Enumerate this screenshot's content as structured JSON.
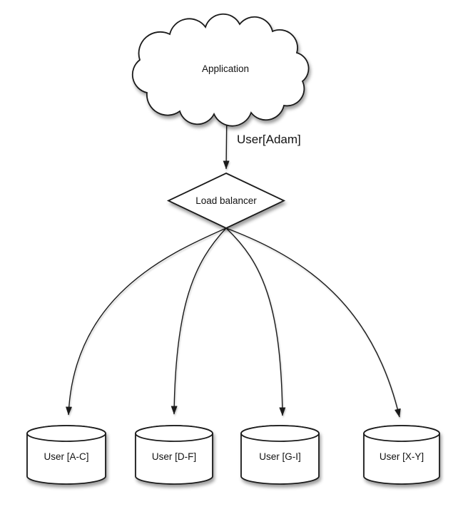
{
  "diagram": {
    "background": "#ffffff",
    "stroke_color": "#1a1a1a",
    "text_color": "#121212",
    "nodes": {
      "application": {
        "label": "Application",
        "shape": "cloud"
      },
      "load_balancer": {
        "label": "Load balancer",
        "shape": "diamond"
      },
      "shards": [
        {
          "label": "User [A-C]",
          "shape": "cylinder"
        },
        {
          "label": "User [D-F]",
          "shape": "cylinder"
        },
        {
          "label": "User [G-I]",
          "shape": "cylinder"
        },
        {
          "label": "User [X-Y]",
          "shape": "cylinder"
        }
      ]
    },
    "edges": {
      "app_to_lb": {
        "label": "User[Adam]",
        "from": "application",
        "to": "load_balancer"
      },
      "lb_to_shards": {
        "from": "load_balancer",
        "to": [
          "User [A-C]",
          "User [D-F]",
          "User [G-I]",
          "User [X-Y]"
        ]
      }
    }
  }
}
